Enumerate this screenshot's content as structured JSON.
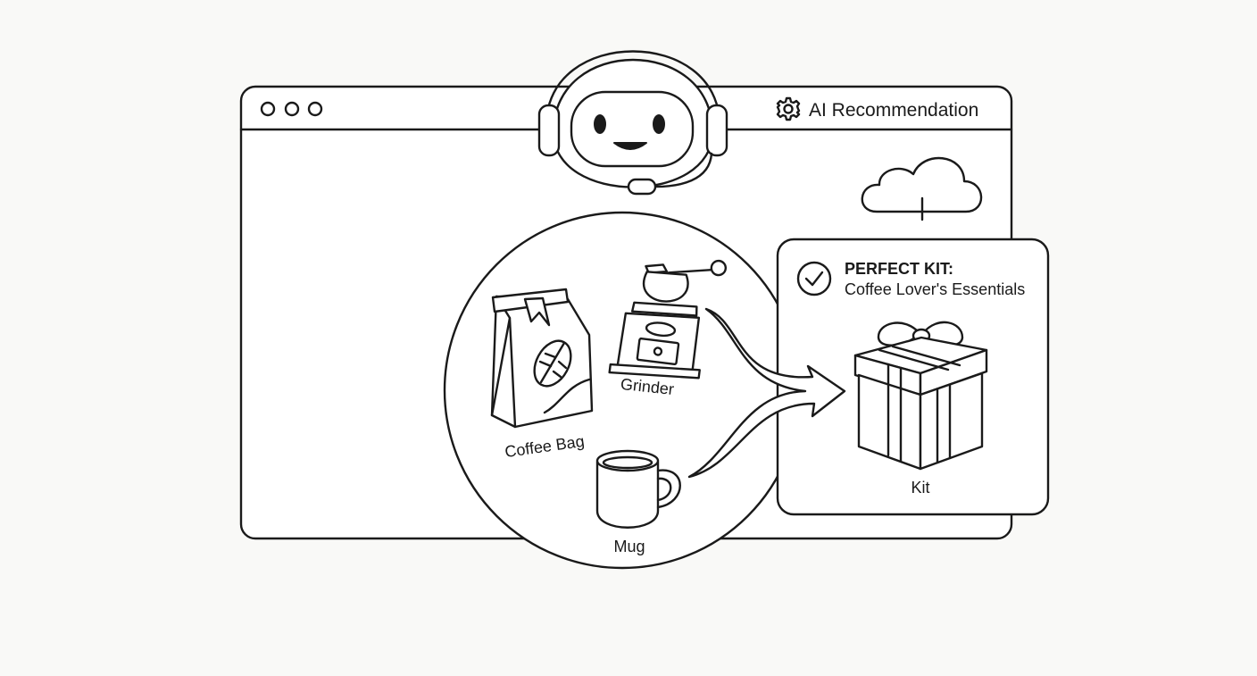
{
  "window": {
    "title": "AI Recommendation",
    "title_icon": "gear-icon",
    "controls": [
      "circle",
      "circle",
      "circle"
    ]
  },
  "assistant": {
    "icon": "robot-headset-icon"
  },
  "cloud": {
    "icon": "cloud-icon"
  },
  "items": {
    "coffee_bag": {
      "label": "Coffee Bag",
      "icon": "coffee-bag-icon"
    },
    "grinder": {
      "label": "Grinder",
      "icon": "coffee-grinder-icon"
    },
    "mug": {
      "label": "Mug",
      "icon": "mug-icon"
    }
  },
  "result": {
    "status_icon": "check-circle-icon",
    "heading": "PERFECT KIT:",
    "subheading": "Coffee Lover's Essentials",
    "kit_label": "Kit",
    "kit_icon": "gift-box-icon"
  },
  "colors": {
    "line": "#1a1a1a",
    "fill": "#ffffff",
    "background": "#f9f9f7"
  }
}
